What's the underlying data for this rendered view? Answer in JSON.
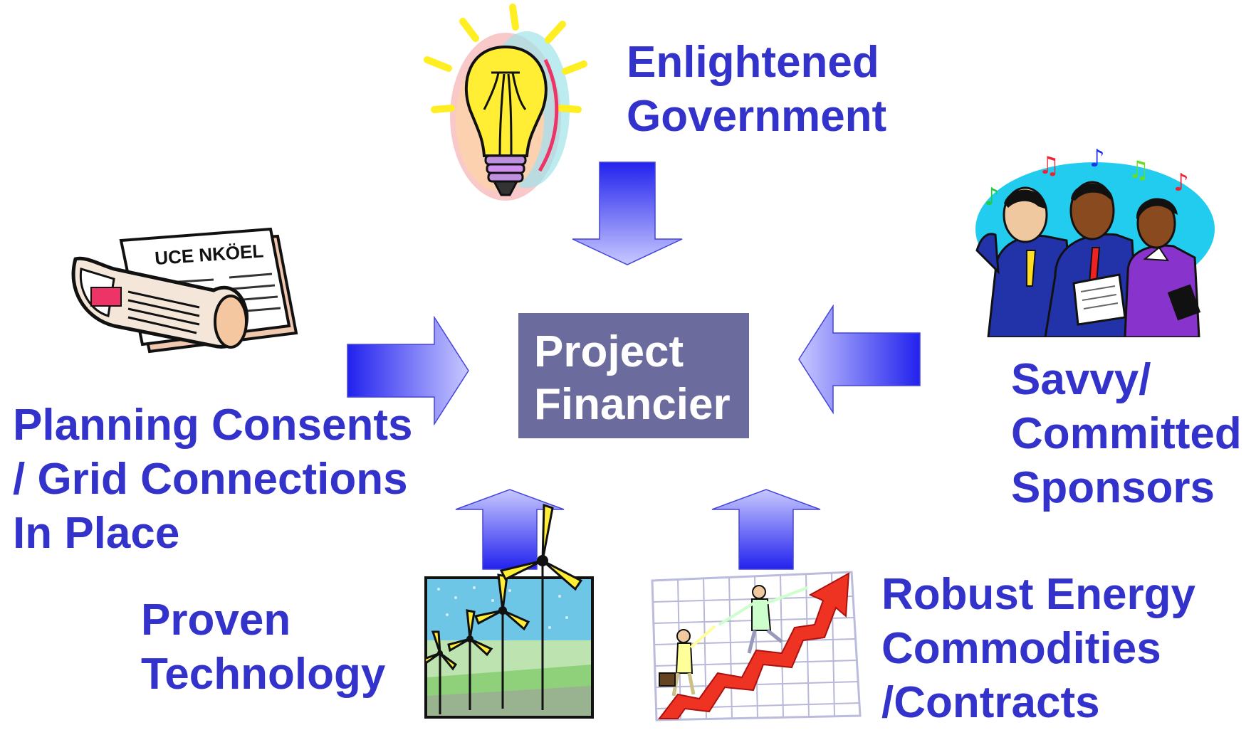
{
  "center": {
    "line1": "Project",
    "line2": "Financier"
  },
  "factors": {
    "government": {
      "line1": "Enlightened",
      "line2": "Government"
    },
    "sponsors": {
      "line1": "Savvy/",
      "line2": "Committed",
      "line3": "Sponsors"
    },
    "planning": {
      "line1": "Planning Consents",
      "line2": "/ Grid Connections",
      "line3": "In Place"
    },
    "technology": {
      "line1": "Proven",
      "line2": "Technology"
    },
    "commodities": {
      "line1": "Robust Energy",
      "line2": "Commodities",
      "line3": "/Contracts"
    }
  },
  "clipart": {
    "top": "lightbulb-icon",
    "left": "newspaper-icon",
    "right": "singing-people-icon",
    "bottom_left": "wind-turbines-icon",
    "bottom_right": "rising-chart-climbers-icon"
  },
  "newspaper_masthead": "UCE NKÖEL",
  "colors": {
    "label_text": "#3333cc",
    "center_box": "#6b6b9e",
    "center_text": "#ffffff",
    "arrow_dark": "#2222ee",
    "arrow_light": "#c8c8ff"
  }
}
